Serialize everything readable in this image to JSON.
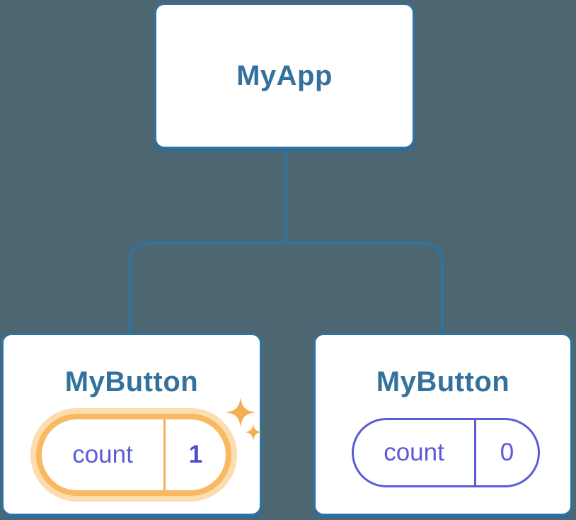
{
  "tree": {
    "root": {
      "label": "MyApp"
    },
    "children": [
      {
        "label": "MyButton",
        "state": {
          "name": "count",
          "value": "1"
        },
        "highlighted": true,
        "icons": [
          "sparkle-icon",
          "sparkle-icon"
        ]
      },
      {
        "label": "MyButton",
        "state": {
          "name": "count",
          "value": "0"
        },
        "highlighted": false,
        "icons": []
      }
    ]
  },
  "colors": {
    "background": "#4C6771",
    "connector": "#2E73A4",
    "card_border": "#2F73A3",
    "card_shadow": "#2A6C9D",
    "heading_text": "#35719D",
    "state_indigo": "#5B5BD6",
    "state_value_bold": "#4C4CCE",
    "highlight_ring": "#F9B963",
    "highlight_glow": "#FBDDAF",
    "highlight_divider": "#F5AE5C",
    "sparkle": "#F5AF52"
  }
}
